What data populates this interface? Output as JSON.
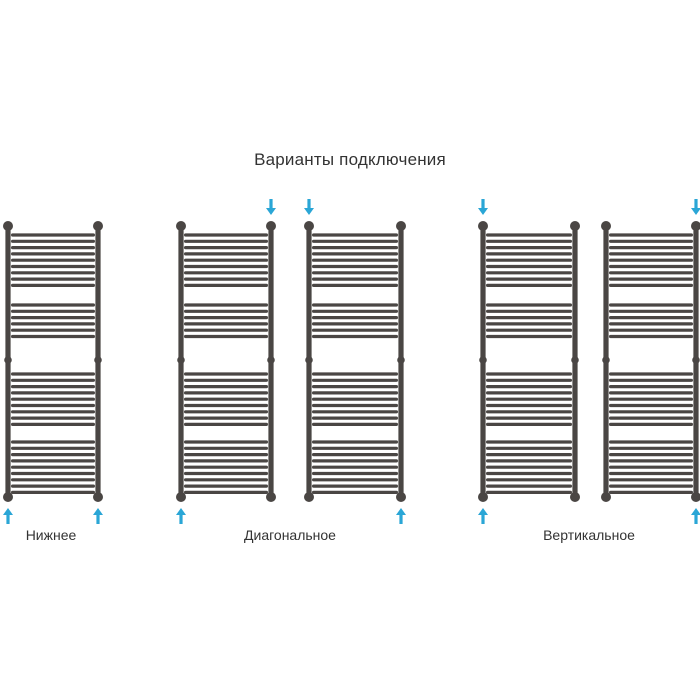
{
  "title": "Варианты подключения",
  "connection_types": [
    {
      "label": "Нижнее"
    },
    {
      "label": "Диагональное"
    },
    {
      "label": "Вертикальное"
    }
  ],
  "colors": {
    "rail": "#4a4644",
    "arrow": "#2aa6d6",
    "text": "#333333"
  },
  "icons": [
    "radiator-icon",
    "arrow-down-icon",
    "arrow-up-icon"
  ]
}
